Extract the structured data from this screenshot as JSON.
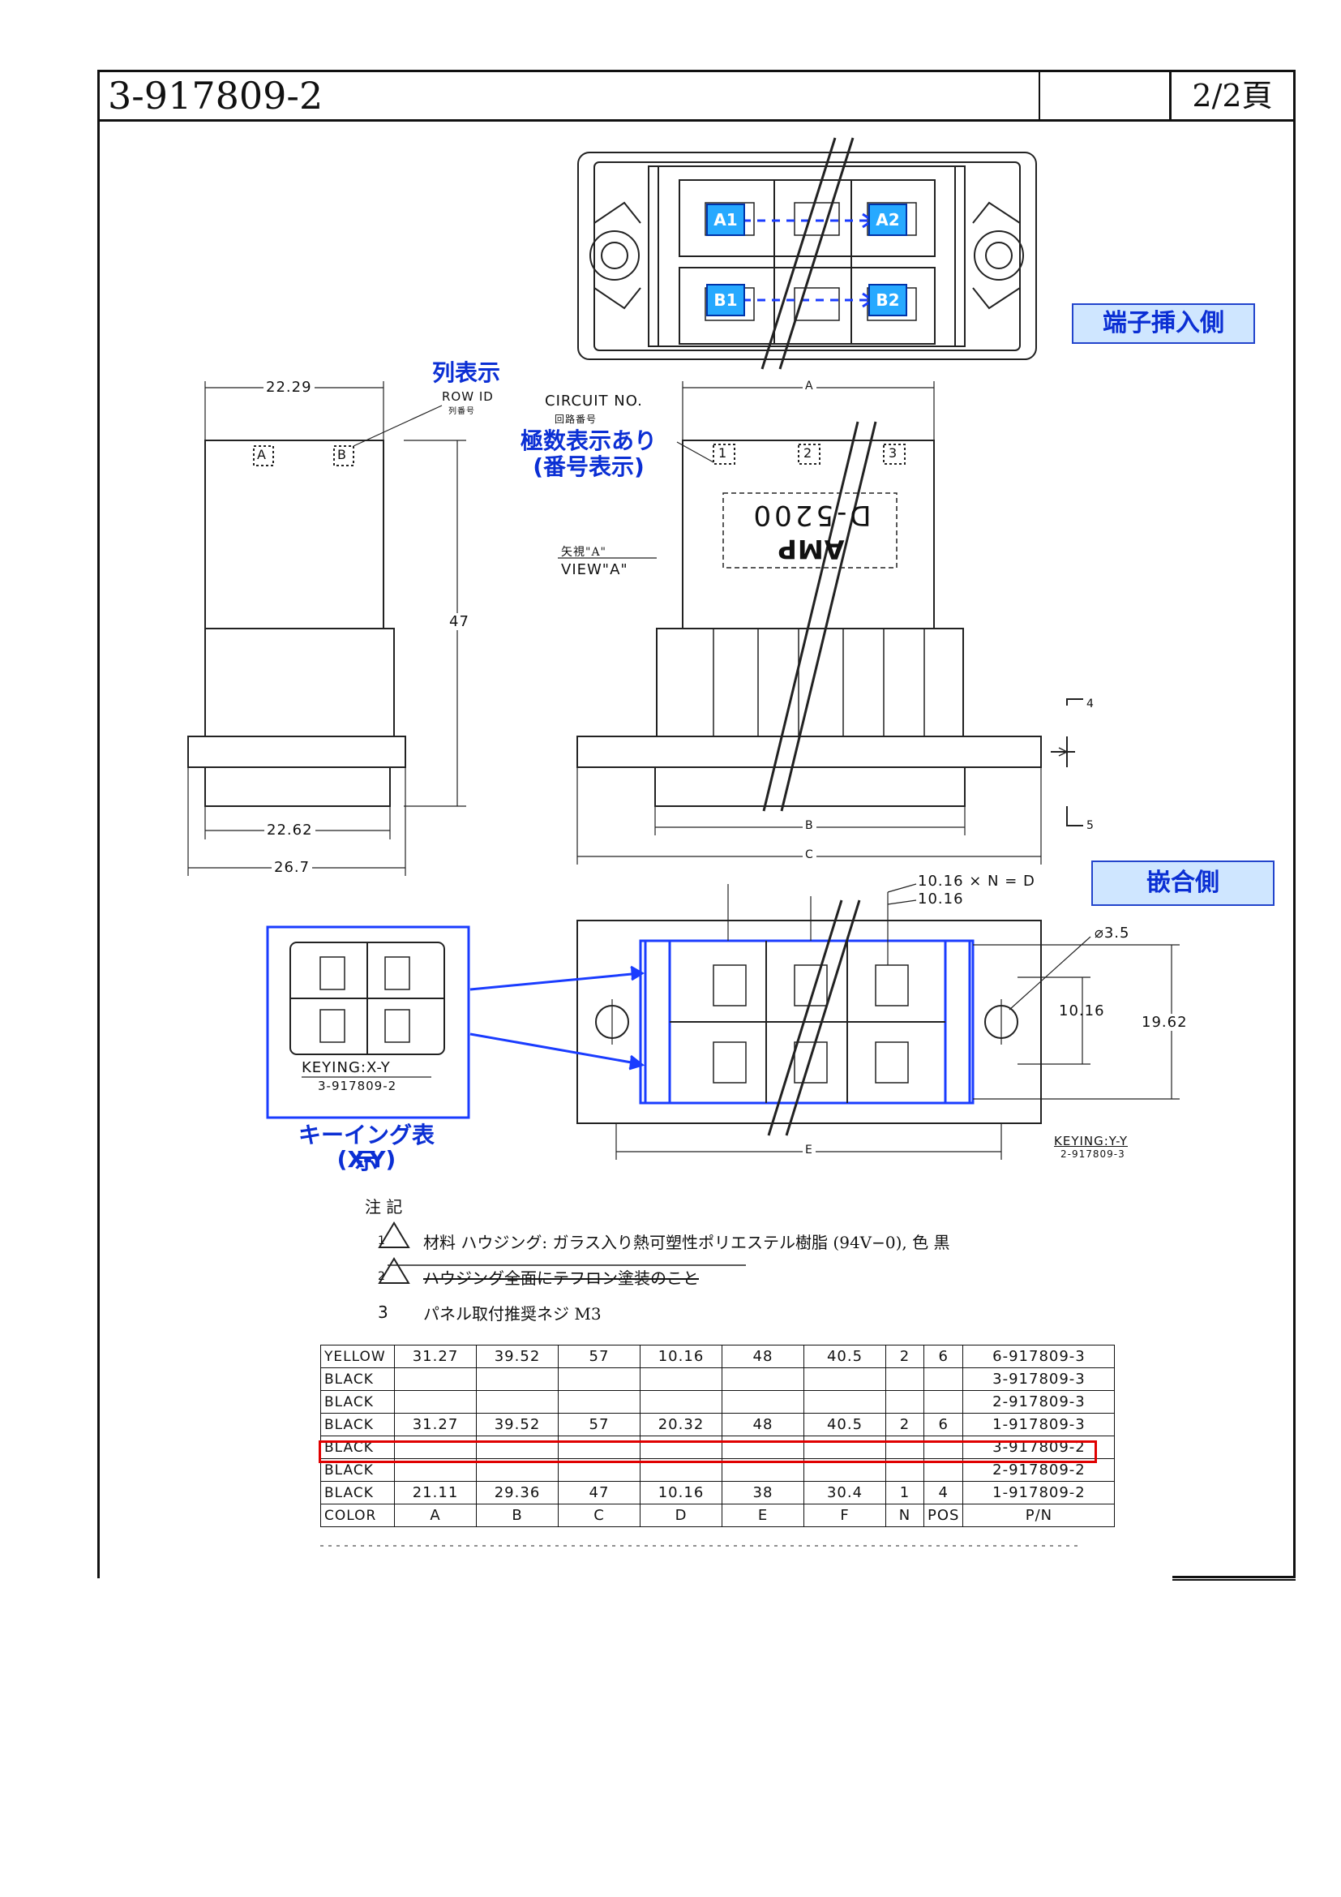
{
  "header": {
    "title": "3-917809-2",
    "page": "2/2頁"
  },
  "callouts": {
    "terminal_side": "端子挿入側",
    "mating_side": "嵌合側",
    "row_display": "列表示",
    "pole_display": "極数表示あり",
    "pole_display_sub": "(番号表示)",
    "keying_display": "キーイング表示",
    "keying_display_sub": "(X-Y)"
  },
  "pins": {
    "a1": "A1",
    "a2": "A2",
    "b1": "B1",
    "b2": "B2"
  },
  "drawing_labels": {
    "row_id": "ROW ID",
    "row_id_jp": "列番号",
    "circuit_no": "CIRCUIT NO.",
    "circuit_no_jp": "回路番号",
    "view_a_jp": "矢視\"A\"",
    "view_a": "VIEW\"A\"",
    "cavity_a": "A",
    "cavity_b": "B",
    "circuit_1": "1",
    "circuit_2": "2",
    "circuit_3": "3",
    "part_mark": "D-5200",
    "brand": "AMP",
    "keying_xy": "KEYING:X-Y",
    "keying_xy_pn": "3-917809-2",
    "keying_yy": "KEYING:Y-Y",
    "keying_yy_pn": "2-917809-3"
  },
  "dimensions": {
    "top_width": "22.29",
    "height": "47",
    "lower_width": "22.62",
    "flange_width": "26.7",
    "dim_a": "A",
    "dim_b": "B",
    "dim_c": "C",
    "dim_d": "D",
    "dim_e": "E",
    "pitch_n": "10.16 × N = D",
    "pitch": "10.16",
    "hole": "⌀3.5",
    "row_pitch": "10.16",
    "total_height": "19.62",
    "note_4": "4",
    "note_5": "5"
  },
  "notes": {
    "heading": "注 記",
    "items": [
      {
        "num": "1",
        "text": "材料 ハウジング: ガラス入り熱可塑性ポリエステル樹脂 (94V−0), 色 黒"
      },
      {
        "num": "2",
        "text": "ハウジング全面にテフロン塗装のこと"
      },
      {
        "num": "3",
        "text": "パネル取付推奨ネジ M3"
      }
    ]
  },
  "spec_table": {
    "rows": [
      [
        "YELLOW",
        "31.27",
        "39.52",
        "57",
        "10.16",
        "48",
        "40.5",
        "2",
        "6",
        "6-917809-3"
      ],
      [
        "BLACK",
        "",
        "",
        "",
        "",
        "",
        "",
        "",
        "",
        "3-917809-3"
      ],
      [
        "BLACK",
        "",
        "",
        "",
        "",
        "",
        "",
        "",
        "",
        "2-917809-3"
      ],
      [
        "BLACK",
        "31.27",
        "39.52",
        "57",
        "20.32",
        "48",
        "40.5",
        "2",
        "6",
        "1-917809-3"
      ],
      [
        "BLACK",
        "",
        "",
        "",
        "",
        "",
        "",
        "",
        "",
        "3-917809-2"
      ],
      [
        "BLACK",
        "",
        "",
        "",
        "",
        "",
        "",
        "",
        "",
        "2-917809-2"
      ],
      [
        "BLACK",
        "21.11",
        "29.36",
        "47",
        "10.16",
        "38",
        "30.4",
        "1",
        "4",
        "1-917809-2"
      ]
    ],
    "header": [
      "COLOR",
      "A",
      "B",
      "C",
      "D",
      "E",
      "F",
      "N",
      "POS",
      "P/N"
    ],
    "highlight_color": "#e00000"
  },
  "colors": {
    "accent_blue": "#0b2fd4",
    "box_fill": "#cfe6ff",
    "pin_fill": "#27a9ff"
  }
}
